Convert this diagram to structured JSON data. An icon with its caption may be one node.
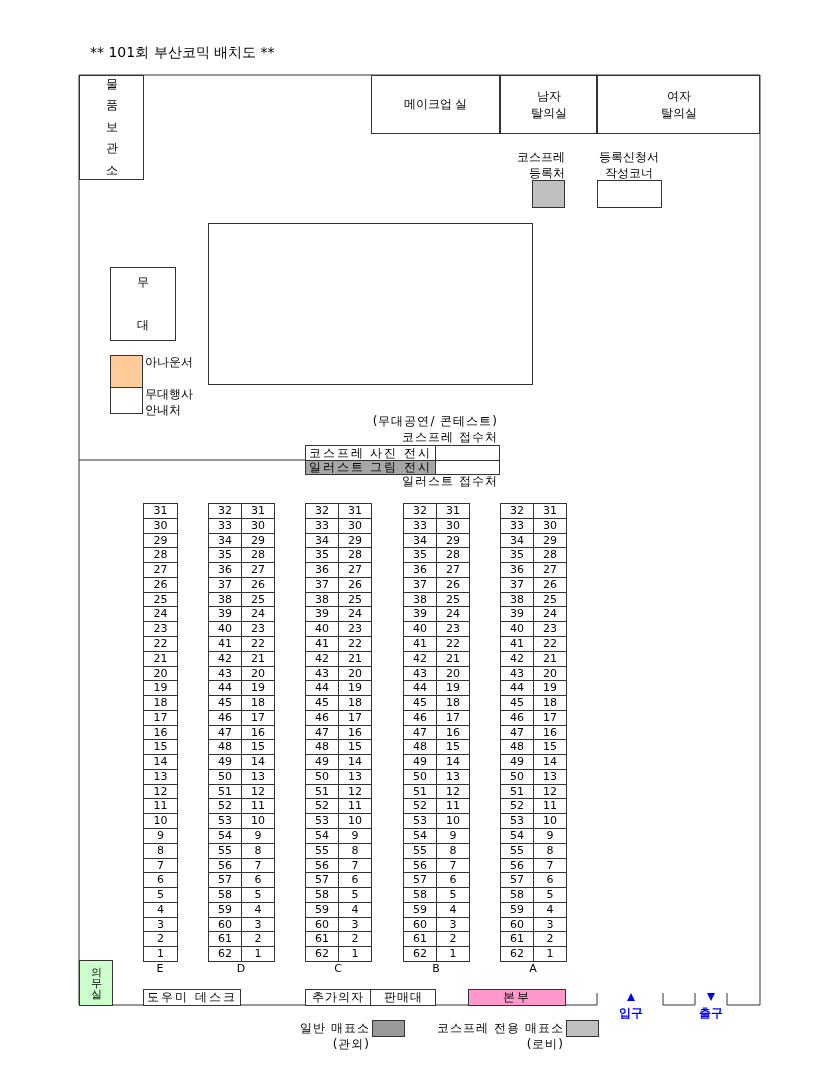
{
  "diagram": {
    "title": "** 101회 부산코믹 배치도 **",
    "nodes": [
      {
        "text": [
          "물품보관소"
        ]
      },
      {
        "text": [
          "메이크업 실"
        ]
      },
      {
        "text": [
          "남자 탈의실"
        ]
      },
      {
        "text": [
          "여자 탈의실"
        ]
      },
      {
        "text": [
          "코스프레 등록처"
        ]
      },
      {
        "text": [
          "등록신청서 작성코너"
        ]
      },
      {
        "text": [],
        "shape": "box"
      },
      {
        "text": [
          "무대"
        ]
      },
      {
        "text": [
          "아나운서"
        ]
      },
      {
        "text": [
          "무대행사 안내처"
        ]
      },
      {
        "text": [
          "코스프레 사진 전시"
        ]
      },
      {
        "text": [
          "(무대공연/ 콘테스트) 코스프레 접수처"
        ]
      },
      {
        "text": [
          "일러스트 그림 전시"
        ]
      },
      {
        "text": [
          "일러스트 접수처"
        ]
      },
      {
        "text": [
          "의무실"
        ]
      },
      {
        "text": [
          "도우미 데스크"
        ]
      },
      {
        "text": [
          "추가의자"
        ]
      },
      {
        "text": [
          "판매대"
        ]
      },
      {
        "text": [
          "본부"
        ]
      }
    ],
    "labels": [
      "31",
      "30",
      "29",
      "28",
      "27",
      "26",
      "25",
      "24",
      "23",
      "22",
      "21",
      "20",
      "19",
      "18",
      "17",
      "16",
      "15",
      "14",
      "13",
      "12",
      "11",
      "10",
      "9",
      "8",
      "7",
      "6",
      "5",
      "4",
      "3",
      "2",
      "1",
      "E",
      "32",
      "31",
      "33",
      "30",
      "34",
      "29",
      "35",
      "28",
      "36",
      "27",
      "37",
      "26",
      "38",
      "25",
      "39",
      "24",
      "40",
      "23",
      "41",
      "22",
      "42",
      "21",
      "43",
      "20",
      "44",
      "19",
      "45",
      "18",
      "46",
      "17",
      "47",
      "16",
      "48",
      "15",
      "49",
      "14",
      "50",
      "13",
      "51",
      "12",
      "52",
      "11",
      "53",
      "10",
      "54",
      "9",
      "55",
      "8",
      "56",
      "7",
      "57",
      "6",
      "58",
      "5",
      "59",
      "4",
      "60",
      "3",
      "61",
      "2",
      "62",
      "1",
      "D",
      "32",
      "31",
      "33",
      "30",
      "34",
      "29",
      "35",
      "28",
      "36",
      "27",
      "37",
      "26",
      "38",
      "25",
      "39",
      "24",
      "40",
      "23",
      "41",
      "22",
      "42",
      "21",
      "43",
      "20",
      "44",
      "19",
      "45",
      "18",
      "46",
      "17",
      "47",
      "16",
      "48",
      "15",
      "49",
      "14",
      "50",
      "13",
      "51",
      "12",
      "52",
      "11",
      "53",
      "10",
      "54",
      "9",
      "55",
      "8",
      "56",
      "7",
      "57",
      "6",
      "58",
      "5",
      "59",
      "4",
      "60",
      "3",
      "61",
      "2",
      "62",
      "1",
      "C",
      "32",
      "31",
      "33",
      "30",
      "34",
      "29",
      "35",
      "28",
      "36",
      "27",
      "37",
      "26",
      "38",
      "25",
      "39",
      "24",
      "40",
      "23",
      "41",
      "22",
      "42",
      "21",
      "43",
      "20",
      "44",
      "19",
      "45",
      "18",
      "46",
      "17",
      "47",
      "16",
      "48",
      "15",
      "49",
      "14",
      "50",
      "13",
      "51",
      "12",
      "52",
      "11",
      "53",
      "10",
      "54",
      "9",
      "55",
      "8",
      "56",
      "7",
      "57",
      "6",
      "58",
      "5",
      "59",
      "4",
      "60",
      "3",
      "61",
      "2",
      "62",
      "1",
      "B",
      "32",
      "31",
      "33",
      "30",
      "34",
      "29",
      "35",
      "28",
      "36",
      "27",
      "37",
      "26",
      "38",
      "25",
      "39",
      "24",
      "40",
      "23",
      "41",
      "22",
      "42",
      "21",
      "43",
      "20",
      "44",
      "19",
      "45",
      "18",
      "46",
      "17",
      "47",
      "16",
      "48",
      "15",
      "49",
      "14",
      "50",
      "13",
      "51",
      "12",
      "52",
      "11",
      "53",
      "10",
      "54",
      "9",
      "55",
      "8",
      "56",
      "7",
      "57",
      "6",
      "58",
      "5",
      "59",
      "4",
      "60",
      "3",
      "61",
      "2",
      "62",
      "1",
      "A",
      "입구",
      "출구"
    ],
    "legend": [
      {
        "text": "일반 매표소 (관외)",
        "color": "#999999"
      },
      {
        "text": "코스프레 전용 매표소 (로비)",
        "color": "#c0c0c0"
      }
    ]
  }
}
